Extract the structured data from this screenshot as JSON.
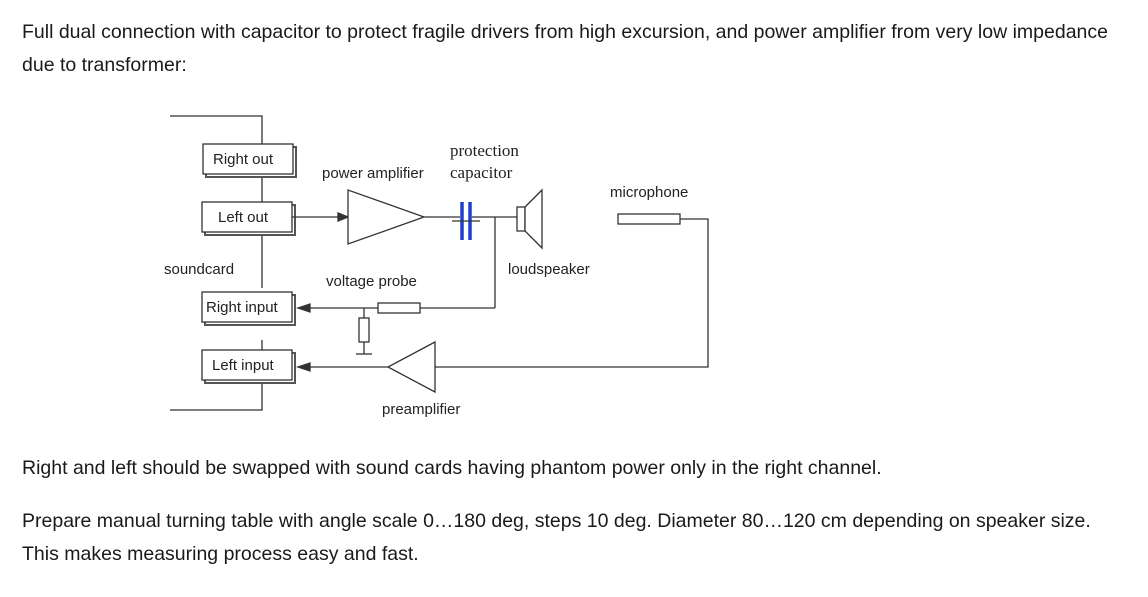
{
  "paragraphs": {
    "p1": "Full dual connection with capacitor to protect fragile drivers from high excursion, and power amplifier from very low impedance due to transformer:",
    "p2": "Right and left should be swapped with sound cards having phantom power only in the right channel.",
    "p3": "Prepare manual turning table with angle scale 0…180 deg, steps 10 deg. Diameter 80…120 cm depending on speaker size. This makes measuring process easy and fast."
  },
  "diagram": {
    "right_out": "Right out",
    "left_out": "Left out",
    "soundcard": "soundcard",
    "right_input": "Right input",
    "left_input": "Left input",
    "power_amplifier": "power amplifier",
    "protection": "protection",
    "capacitor": "capacitor",
    "microphone": "microphone",
    "loudspeaker": "loudspeaker",
    "voltage_probe": "voltage probe",
    "preamplifier": "preamplifier",
    "capacitor_color": "#1f3fcf"
  }
}
